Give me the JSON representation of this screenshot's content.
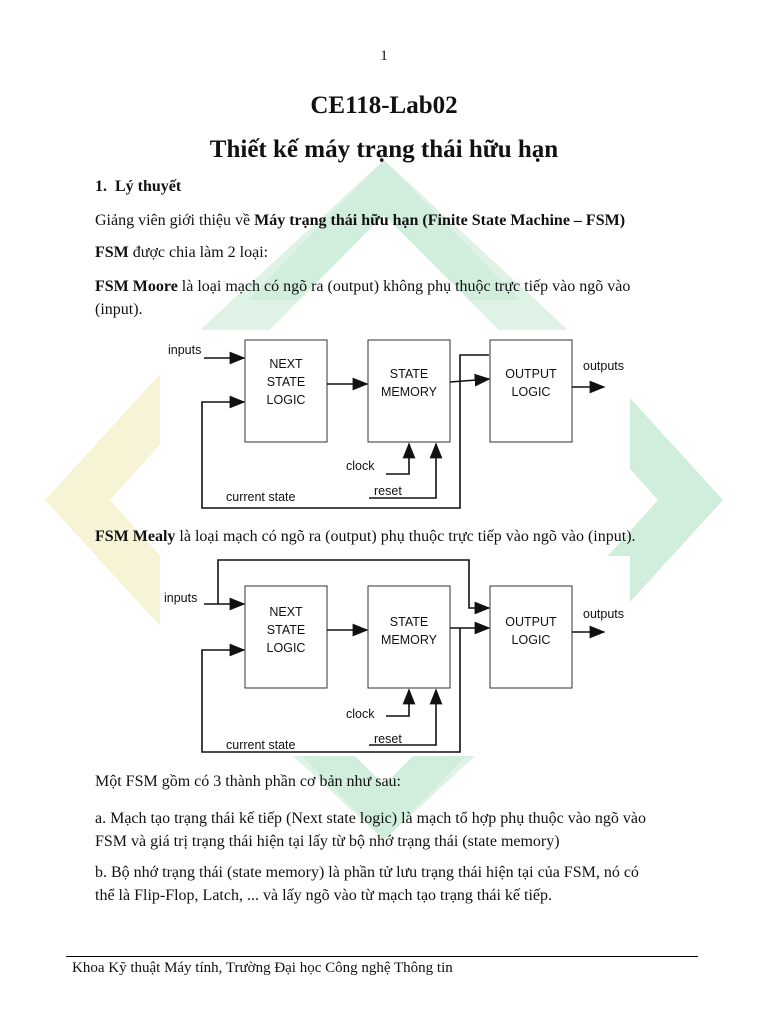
{
  "page_number": "1",
  "title": "CE118-Lab02",
  "subtitle": "Thiết kế máy trạng thái hữu hạn",
  "section": {
    "number": "1.",
    "title": "Lý thuyết"
  },
  "intro": {
    "prefix": "Giảng viên giới thiệu về ",
    "bold1": "Máy trạng thái hữu hạn",
    "bold2": " (Finite State Machine – FSM)"
  },
  "types": {
    "bold": "FSM",
    "text": " được chia làm 2 loại:"
  },
  "moore": {
    "bold": "FSM Moore",
    "line1": " là loại mạch có ngõ ra (output) không phụ thuộc trực tiếp vào ngõ vào",
    "line2": "(input)."
  },
  "mealy": {
    "bold": "FSM Mealy",
    "text": " là loại mạch có ngõ ra (output) phụ thuộc trực tiếp vào ngõ vào (input)."
  },
  "diagram_labels": {
    "inputs": "inputs",
    "outputs": "outputs",
    "next_state_logic": [
      "NEXT",
      "STATE",
      "LOGIC"
    ],
    "state_memory": [
      "STATE",
      "MEMORY"
    ],
    "output_logic": [
      "OUTPUT",
      "LOGIC"
    ],
    "clock": "clock",
    "reset": "reset",
    "current_state": "current state"
  },
  "components_intro": "Một FSM gồm có 3 thành phần cơ bản như sau:",
  "item_a": {
    "line1": "a. Mạch tạo trạng thái kế tiếp (Next state logic) là mạch tổ hợp phụ thuộc vào ngõ vào",
    "line2": "FSM và giá trị trạng thái hiện tại lấy từ bộ nhớ trạng thái (state memory)"
  },
  "item_b": {
    "line1": "b. Bộ nhớ trạng thái (state memory) là phần tử lưu trạng thái hiện tại của FSM, nó có",
    "line2": "thể là Flip-Flop, Latch, ... và lấy ngõ vào từ mạch tạo trạng thái kế tiếp."
  },
  "footer": "Khoa Kỹ thuật Máy tính, Trường Đại học Công nghệ Thông tin",
  "colors": {
    "watermark_green": "#c9ead5",
    "watermark_yellow": "#f6f2cf"
  }
}
